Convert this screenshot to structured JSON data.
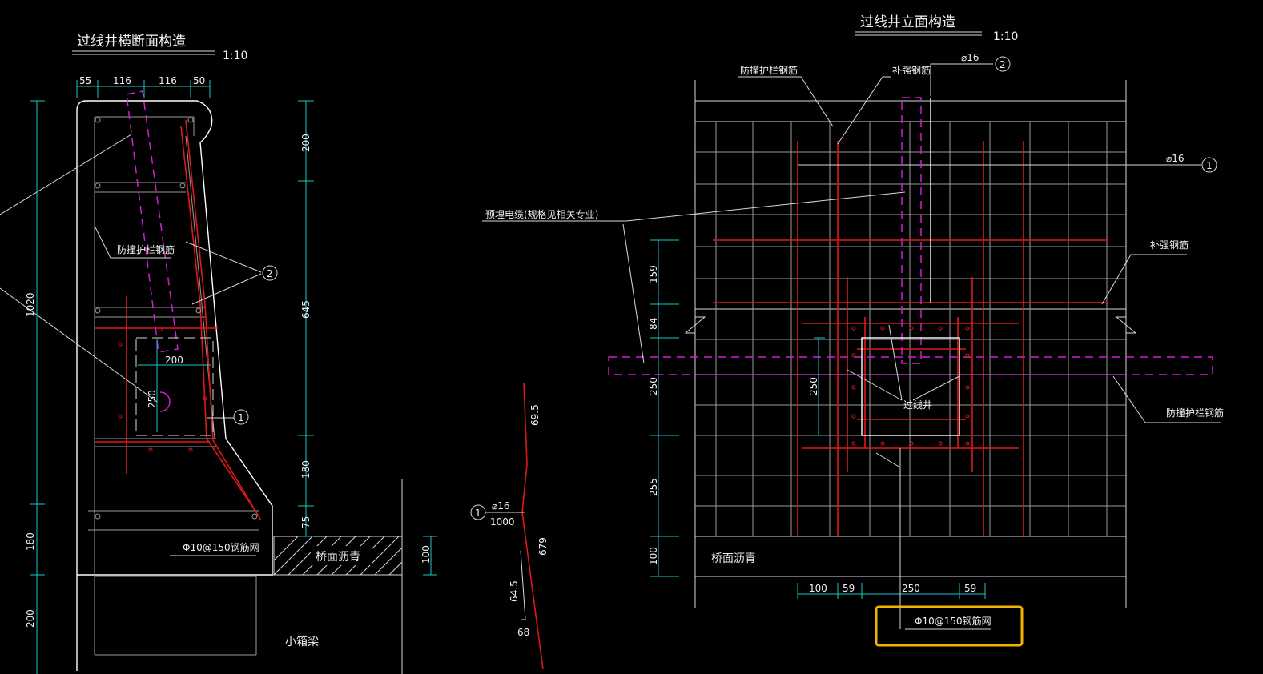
{
  "left_view": {
    "title": "过线井横断面构造",
    "scale": "1:10",
    "top_dims": [
      "55",
      "116",
      "116",
      "50"
    ],
    "height_total": "1020",
    "left_dims": [
      "180",
      "200"
    ],
    "right_dims": [
      "200",
      "645",
      "180",
      "75"
    ],
    "labels": {
      "guard_rebar": "防撞护栏钢筋",
      "box_width": "200",
      "box_height": "250",
      "asphalt": "桥面沥青",
      "asphalt_dim": "100",
      "mesh": "Φ10@150钢筋网",
      "girder": "小箱梁",
      "callout_1": "1",
      "callout_2": "2"
    }
  },
  "middle_detail": {
    "len_top": "69.5",
    "len_mid": "679",
    "len_bot": "64.5",
    "len_end": "68",
    "callout": "1",
    "bar_spec": "⌀16",
    "bar_len": "1000"
  },
  "right_view": {
    "title": "过线井立面构造",
    "scale": "1:10",
    "labels": {
      "guard_rebar_top": "防撞护栏钢筋",
      "reinforce_top": "补强钢筋",
      "bar_2": "⌀16",
      "callout_2": "2",
      "bar_1": "⌀16",
      "callout_1": "1",
      "cable": "预埋电缆(规格见相关专业)",
      "reinforce_right": "补强钢筋",
      "guard_rebar_right": "防撞护栏钢筋",
      "well": "过线井",
      "asphalt": "桥面沥青",
      "well_height": "250",
      "mesh": "Φ10@150钢筋网"
    },
    "left_dims": [
      "159",
      "84",
      "250",
      "255",
      "100"
    ],
    "bottom_dims": [
      "100",
      "59",
      "250",
      "59"
    ]
  },
  "colors": {
    "background": "#000000",
    "outline": "#d8d8d8",
    "dimension": "#19c8cc",
    "rebar": "#e01818",
    "cable": "#d21ed2",
    "highlight": "#f2b400"
  }
}
